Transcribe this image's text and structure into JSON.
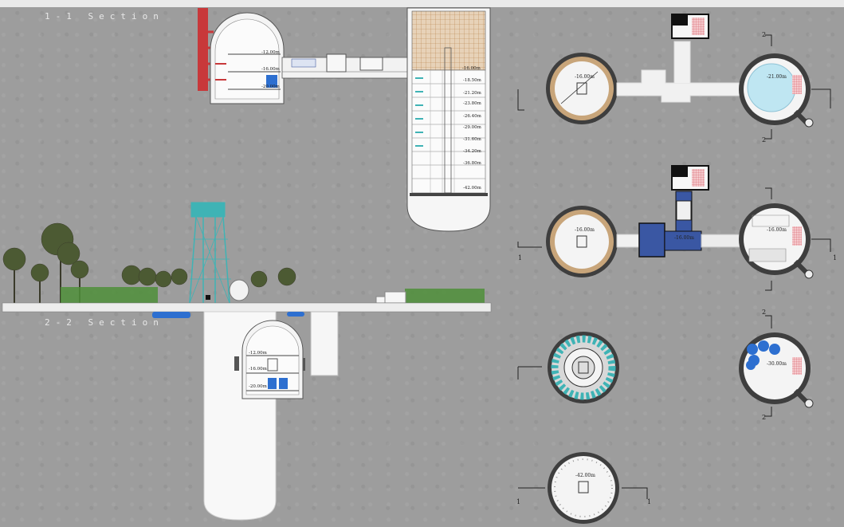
{
  "titles": {
    "section_1": "1-1 Section",
    "section_2": "2-2 Section"
  },
  "section_1_levels": {
    "dome": [
      "-12.00m",
      "-16.00m",
      "-20.00m"
    ],
    "tower": [
      "-16.00m",
      "-18.50m",
      "-21.20m",
      "-23.80m",
      "-26.40m",
      "-29.00m",
      "-31.60m",
      "-34.20m",
      "-36.80m",
      "-42.00m"
    ]
  },
  "section_2_levels": [
    "-12.00m",
    "-16.00m",
    "-20.00m"
  ],
  "plans": {
    "row1": {
      "left": "-16.00m",
      "right": "-21.00m"
    },
    "row2": {
      "left": "-16.00m",
      "mid": "-16.00m",
      "right": "-16.00m"
    },
    "row3": {
      "right": "-30.00m"
    },
    "row4": {
      "center": "-42.00m"
    }
  },
  "axis_marks": {
    "one": "1",
    "two": "2"
  },
  "colors": {
    "background": "#9d9d9d",
    "red_structure": "#c8383a",
    "teal_tower": "#3fb3b5",
    "blue_tank": "#2d6fd0",
    "pool": "#bfe6f2"
  }
}
